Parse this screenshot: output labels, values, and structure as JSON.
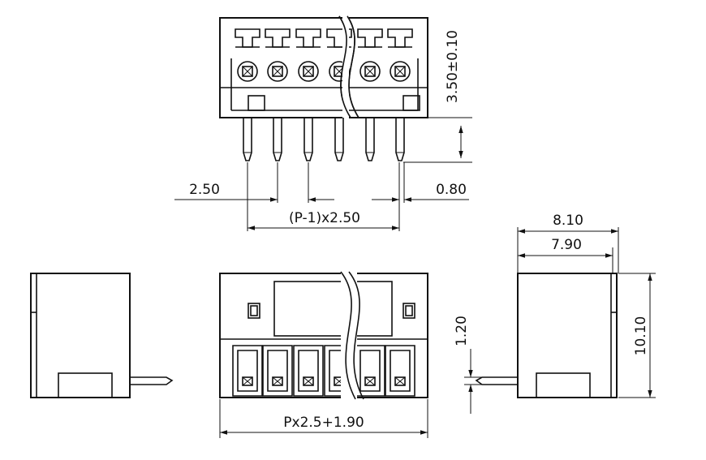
{
  "dimensions": {
    "pitch": "2.50",
    "pin_width": "0.80",
    "pin_span": "(P-1)x2.50",
    "top_height": "3.50±0.10",
    "width_outer": "8.10",
    "width_inner": "7.90",
    "pin_offset": "1.20",
    "height": "10.10",
    "length": "Px2.5+1.90"
  }
}
